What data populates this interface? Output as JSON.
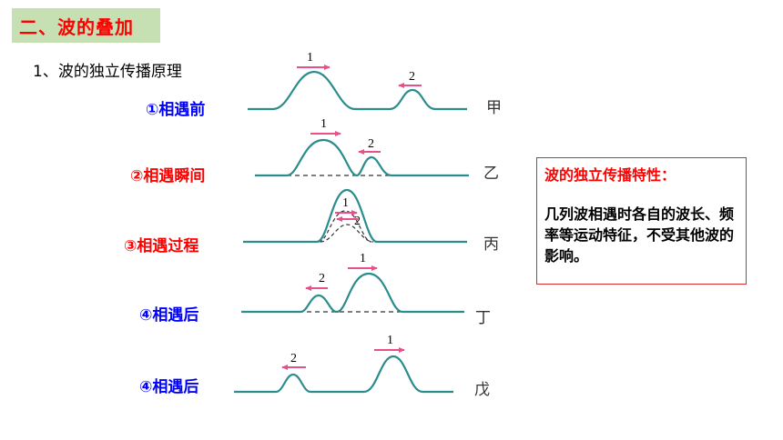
{
  "header": {
    "title": "二、波的叠加"
  },
  "section": {
    "subtitle": "1、波的独立传播原理"
  },
  "stages": [
    {
      "label": "①相遇前",
      "tag": "甲"
    },
    {
      "label": "②相遇瞬间",
      "tag": "乙"
    },
    {
      "label": "③相遇过程",
      "tag": "丙"
    },
    {
      "label": "④相遇后",
      "tag": "丁"
    },
    {
      "label": "④相遇后",
      "tag": "戊"
    }
  ],
  "wave_numbers": {
    "wave1": "1",
    "wave2": "2"
  },
  "colors": {
    "title_text": "#ff0000",
    "title_bg": "#c6e0b4",
    "wave_line": "#2a8c8c",
    "arrow": "#e8508a",
    "label_blue": "#0000ff",
    "label_red": "#ff0000"
  },
  "property_box": {
    "title": "波的独立传播特性：",
    "text": "几列波相遇时各自的波长、频率等运动特征，不受其他波的影响。"
  }
}
